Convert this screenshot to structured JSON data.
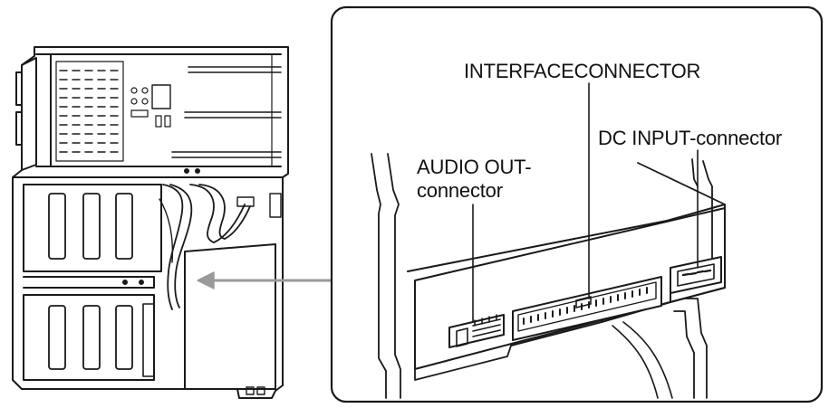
{
  "labels": {
    "interface_connector": "INTERFACECONNECTOR",
    "dc_input_connector": "DC INPUT-connector",
    "audio_out_line1": "AUDIO OUT-",
    "audio_out_line2": "connector"
  },
  "colors": {
    "line": "#1a1a1a",
    "fill": "#ffffff",
    "arrow": "#9a9a9a"
  }
}
